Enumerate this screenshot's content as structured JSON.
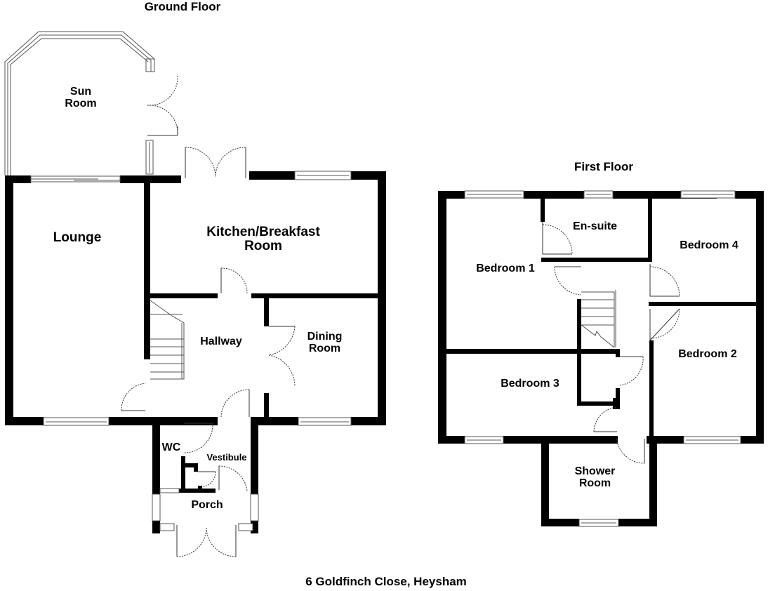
{
  "colors": {
    "wall": "#000000",
    "background": "#ffffff",
    "fixture": "#555555"
  },
  "ground_floor": {
    "title": "Ground Floor",
    "rooms": {
      "sun_room": "Sun\nRoom",
      "lounge": "Lounge",
      "kitchen": "Kitchen/Breakfast\nRoom",
      "hallway": "Hallway",
      "dining_room": "Dining\nRoom",
      "wc": "WC",
      "vestibule": "Vestibule",
      "porch": "Porch"
    }
  },
  "first_floor": {
    "title": "First Floor",
    "rooms": {
      "bedroom_1": "Bedroom 1",
      "en_suite": "En-suite",
      "bedroom_4": "Bedroom 4",
      "bedroom_2": "Bedroom 2",
      "bedroom_3": "Bedroom 3",
      "shower_room": "Shower\nRoom"
    }
  },
  "address": "6 Goldfinch Close, Heysham"
}
